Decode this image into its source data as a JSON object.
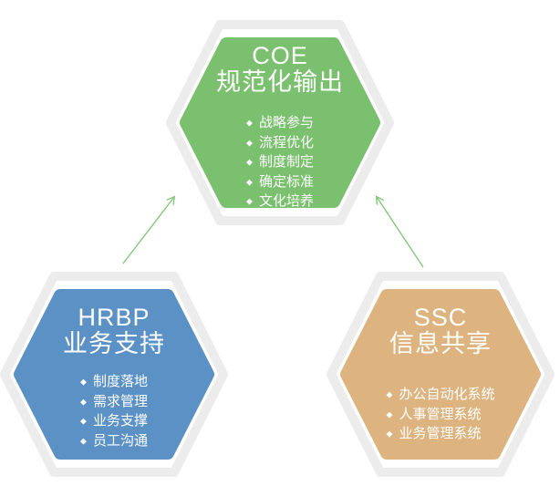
{
  "diagram": {
    "bullet_glyph": "◆",
    "colors": {
      "ring": "#ececec",
      "arrow": "#85c878",
      "text": "#ffffff",
      "background": "#ffffff"
    },
    "nodes": [
      {
        "id": "coe",
        "title_line1": "COE",
        "title_line2": "规范化输出",
        "color": "#7ac06e",
        "items": [
          "战略参与",
          "流程优化",
          "制度制定",
          "确定标准",
          "文化培养"
        ]
      },
      {
        "id": "hrbp",
        "title_line1": "HRBP",
        "title_line2": "业务支持",
        "color": "#5b91c5",
        "items": [
          "制度落地",
          "需求管理",
          "业务支撑",
          "员工沟通"
        ]
      },
      {
        "id": "ssc",
        "title_line1": "SSC",
        "title_line2": "信息共享",
        "color": "#ddb480",
        "items": [
          "办公自动化系统",
          "人事管理系统",
          "业务管理系统"
        ]
      }
    ]
  }
}
